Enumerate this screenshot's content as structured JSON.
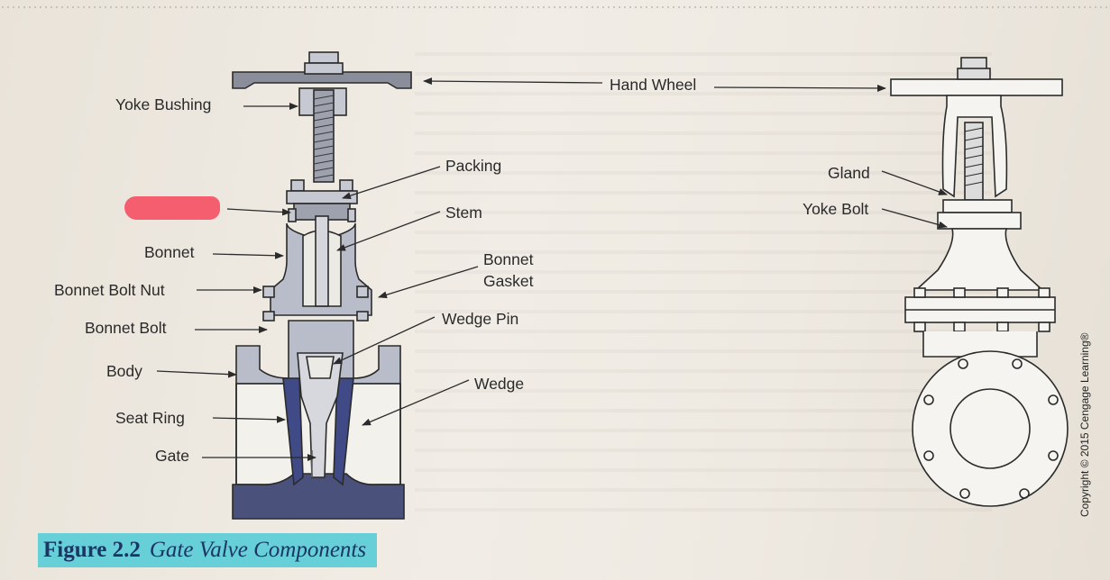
{
  "labels": {
    "hand_wheel": "Hand Wheel",
    "yoke_bushing": "Yoke Bushing",
    "packing": "Packing",
    "stem": "Stem",
    "bonnet": "Bonnet",
    "bonnet_gasket_line1": "Bonnet",
    "bonnet_gasket_line2": "Gasket",
    "bonnet_bolt_nut": "Bonnet Bolt Nut",
    "bonnet_bolt": "Bonnet Bolt",
    "wedge_pin": "Wedge Pin",
    "body": "Body",
    "wedge": "Wedge",
    "seat_ring": "Seat Ring",
    "gate": "Gate",
    "gland": "Gland",
    "yoke_bolt": "Yoke Bolt"
  },
  "caption": {
    "number": "Figure 2.2",
    "title": "Gate Valve Components"
  },
  "copyright": "Copyright © 2015 Cengage Learning®",
  "colors": {
    "part_fill": "#b9bdc9",
    "part_dark": "#7f8494",
    "seat_ring": "#3f4a86",
    "outline": "#2b2b2b",
    "caption_highlight": "#66cfd8",
    "caption_text": "#1d3563",
    "redaction": "#f55e6e"
  }
}
